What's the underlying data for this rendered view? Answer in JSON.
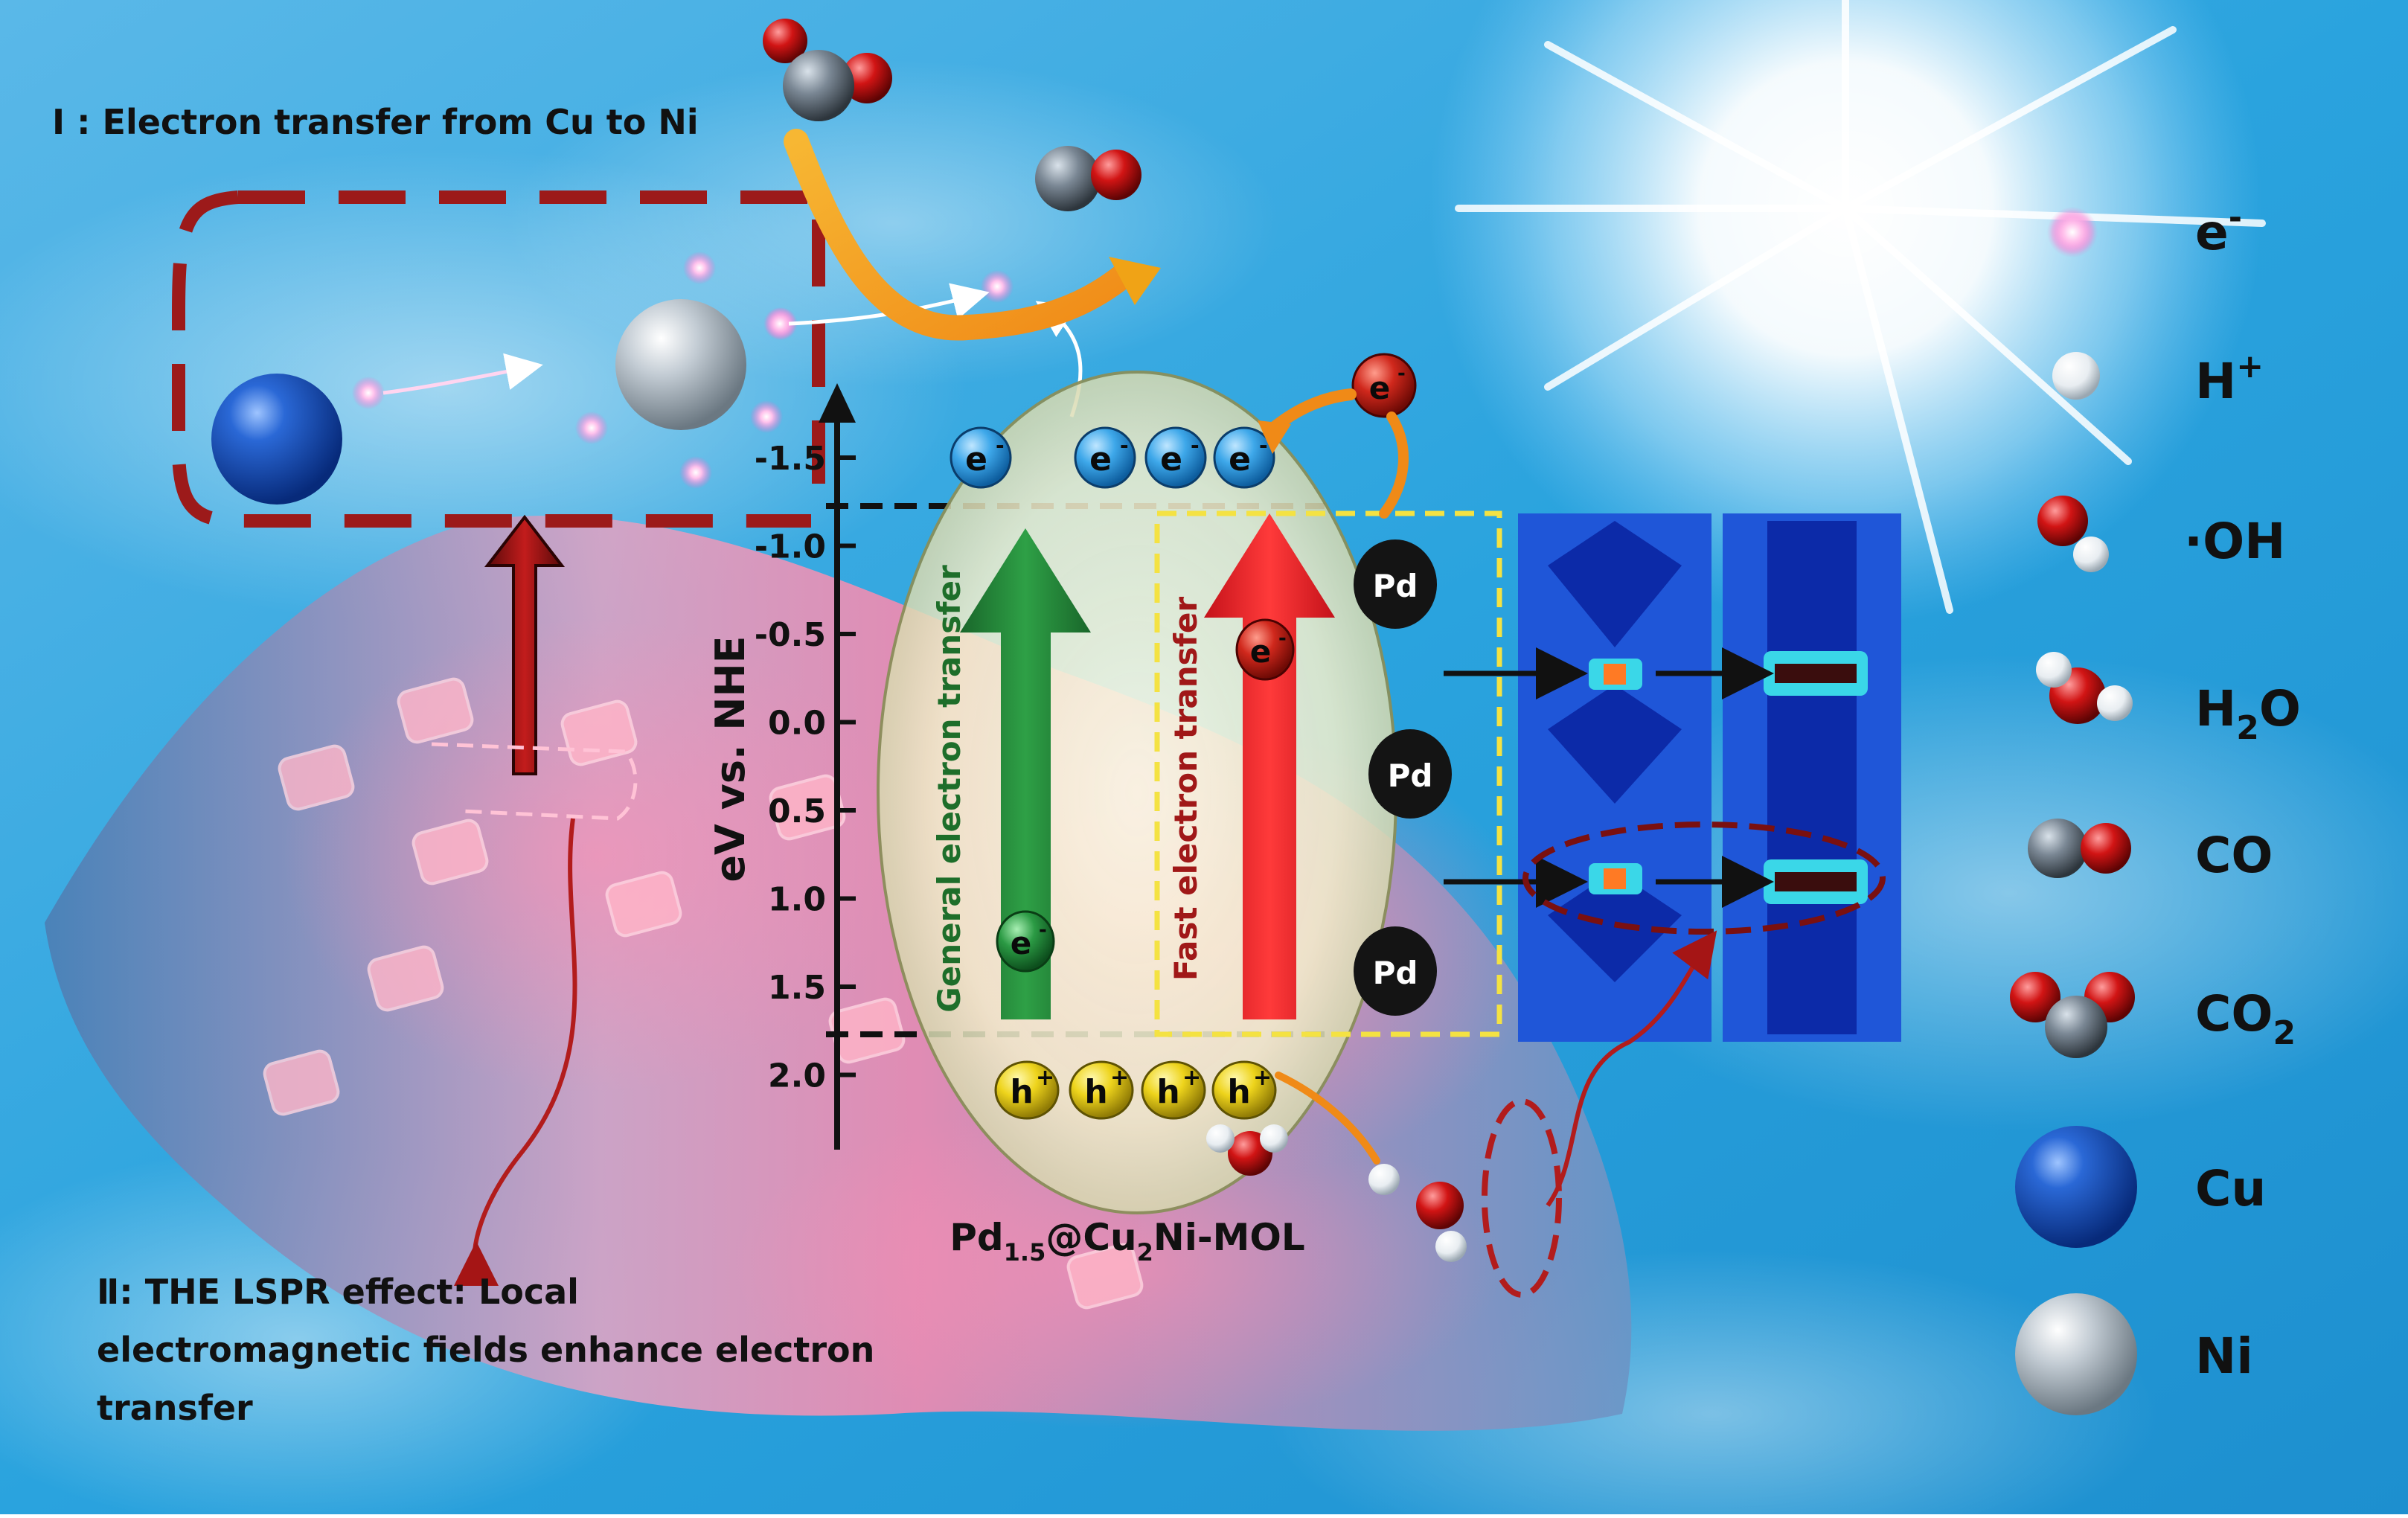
{
  "headings": {
    "cu_to_ni": "Ⅰ : Electron transfer from Cu to Ni",
    "lspr_line1": "Ⅱ:    THE    LSPR    effect:    Local",
    "lspr_line2": "electromagnetic fields enhance electron",
    "lspr_line3": "transfer"
  },
  "axis": {
    "label": "eV vs. NHE",
    "ticks": [
      "-1.5",
      "-1.0",
      "-0.5",
      "0.0",
      "0.5",
      "1.0",
      "1.5",
      "2.0"
    ]
  },
  "arrows": {
    "general": "General electron transfer",
    "fast": "Fast electron transfer"
  },
  "particles": {
    "electron": "e",
    "electron_sup": "-",
    "hole": "h",
    "hole_sup": "+",
    "pd": "Pd"
  },
  "catalyst": {
    "prefix": "Pd",
    "sub1": "1.5",
    "mid": "@Cu",
    "sub2": "2",
    "suffix": "Ni-MOL"
  },
  "legend": {
    "e_base": "e",
    "e_sup": "-",
    "h_base": "H",
    "h_sup": "+",
    "oh": "·OH",
    "h2o_a": "H",
    "h2o_sub": "2",
    "h2o_b": "O",
    "co": "CO",
    "co2_a": "CO",
    "co2_sub": "2",
    "cu": "Cu",
    "ni": "Ni"
  },
  "colors": {
    "sky": "#2aa3de",
    "dashed_red": "#9c1a1a",
    "green_arrow": "#1e7d2e",
    "red_arrow": "#e8202a",
    "yellow_dash": "#f4e242",
    "cu_blue": "#0b3fa8",
    "ni_gray": "#b7c2cc",
    "pd_black": "#141414"
  }
}
